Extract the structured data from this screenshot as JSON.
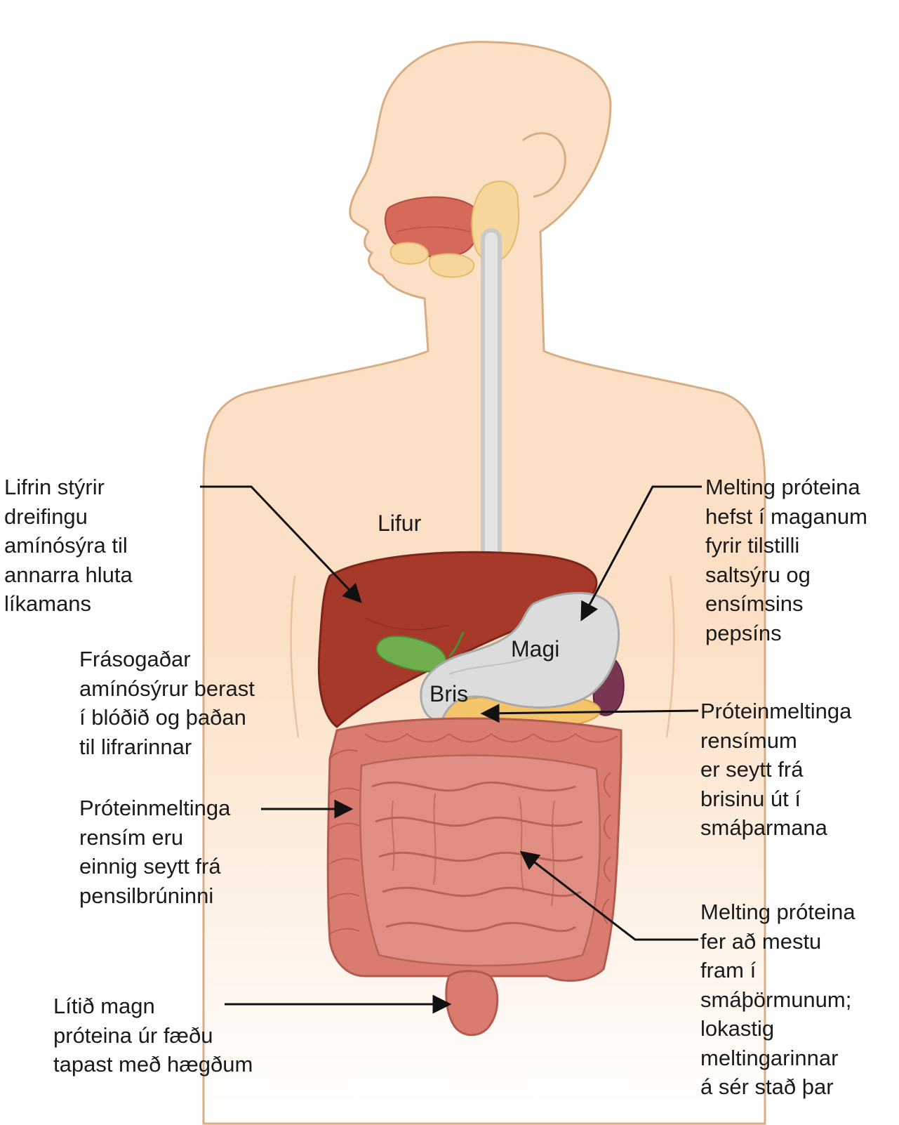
{
  "colors": {
    "skin": "#fbe0c5",
    "skin_outline": "#d8ad84",
    "liver": "#a6392a",
    "stomach": "#dcdcdc",
    "intestine": "#d97b6e",
    "gallbladder": "#6fae4c",
    "pancreas": "#f3c46a",
    "spleen": "#7a3552",
    "salivary": "#f6d69a",
    "arrow": "#111111"
  },
  "organs": {
    "lifur": "Lifur",
    "magi": "Magi",
    "bris": "Bris"
  },
  "annotations": {
    "liver": [
      "Lifrin stýrir",
      "dreifingu",
      "amínósýra til",
      "annarra hluta",
      "líkamans"
    ],
    "absorbed": [
      "Frásogaðar",
      "amínósýrur berast",
      "í blóðið og þaðan",
      "til lifrarinnar"
    ],
    "brush_border": [
      "Próteinmeltinga",
      "rensím eru",
      "einnig seytt frá",
      "pensilbrúninni"
    ],
    "feces": [
      "Lítið magn",
      "próteina úr fæðu",
      "tapast með hægðum"
    ],
    "stomach": [
      "Melting próteina",
      "hefst í maganum",
      "fyrir tilstilli",
      "saltsýru og",
      "ensímsins",
      "pepsíns"
    ],
    "pancreas": [
      "Próteinmeltinga",
      "rensímum",
      "er seytt frá",
      "brisinu út í",
      "smáþarmana"
    ],
    "small_intestine": [
      "Melting próteina",
      "fer að mestu",
      "fram í",
      "smáþörmunum;",
      "lokastig",
      "meltingarinnar",
      "á sér stað þar"
    ]
  }
}
